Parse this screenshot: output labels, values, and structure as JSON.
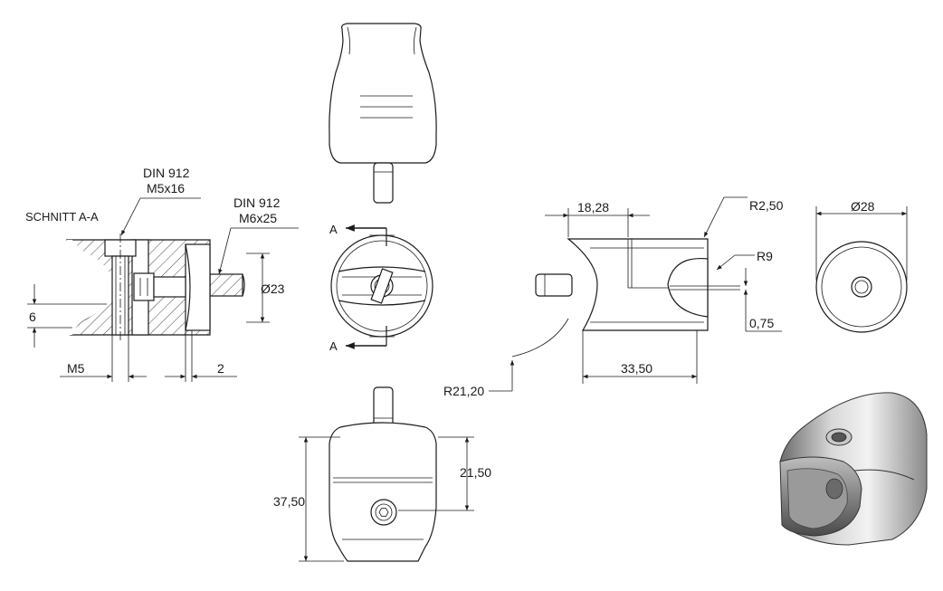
{
  "section": {
    "title": "SCHNITT A-A",
    "screw1_std": "DIN 912",
    "screw1_size": "M5x16",
    "screw2_std": "DIN 912",
    "screw2_size": "M6x25",
    "dim_diameter": "23",
    "dim_height": "6",
    "dim_thread": "M5",
    "dim_gap": "2"
  },
  "front_view": {
    "cut_label_top": "A",
    "cut_label_bottom": "A"
  },
  "side_view": {
    "dim_width_top": "18,28",
    "dim_radius_small": "R2,50",
    "dim_radius_cradle": "R9",
    "dim_gap": "0,75",
    "dim_length": "33,50",
    "dim_radius_large": "R21,20"
  },
  "end_view": {
    "dim_diameter": "28"
  },
  "bottom_view": {
    "dim_height": "37,50",
    "dim_offset": "21,50"
  },
  "symbols": {
    "diameter": "Ø"
  },
  "colors": {
    "line": "#1a1a1a",
    "shade_light": "#d9d9d9",
    "shade_dark": "#5a5a5a"
  }
}
